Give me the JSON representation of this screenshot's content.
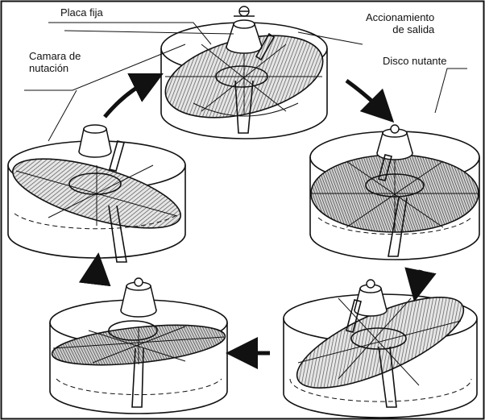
{
  "labels": {
    "fixed_plate": "Placa fija",
    "output_drive": [
      "Accionamiento",
      "de salida"
    ],
    "nutation_chamber": [
      "Camara de",
      "nutación"
    ],
    "nutating_disc": "Disco nutante"
  },
  "colors": {
    "ink": "#111111",
    "background": "#ffffff",
    "hatch": "#555555"
  }
}
